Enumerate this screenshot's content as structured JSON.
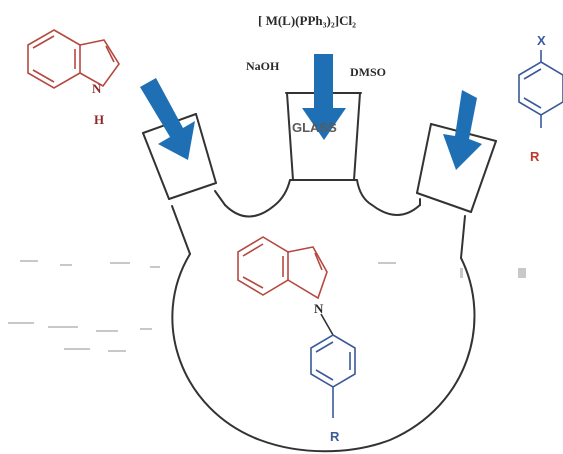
{
  "reagents": {
    "catalyst": "[ M(L)(PPh₃)₂]Cl₂",
    "base": "NaOH",
    "solvent": "DMSO"
  },
  "flask": {
    "joint_label": "GLASS"
  },
  "indole": {
    "n_label": "N",
    "h_label": "H"
  },
  "aryl_halide": {
    "x_label": "X",
    "r_label": "R"
  },
  "product": {
    "n_label": "N",
    "r_label": "R"
  },
  "colors": {
    "arrow": "#1f6fb5",
    "indole": "#b5483f",
    "aryl": "#3a5a9a",
    "flask": "#333333"
  }
}
